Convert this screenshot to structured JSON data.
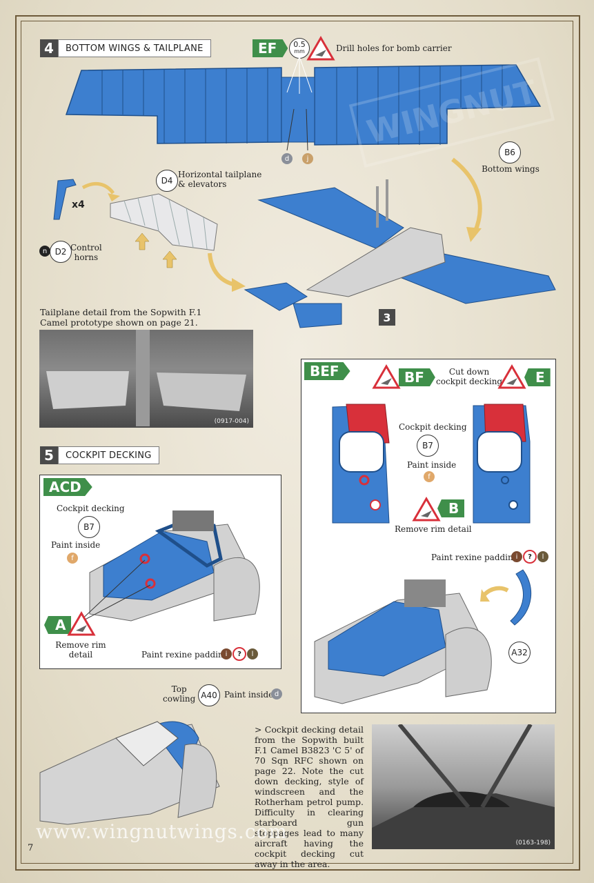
{
  "step4": {
    "number": "4",
    "title": "BOTTOM WINGS & TAILPLANE"
  },
  "step5": {
    "number": "5",
    "title": "COCKPIT DECKING"
  },
  "ef_tag": "EF",
  "drill": {
    "size": "0.5",
    "unit": "mm",
    "label": "Drill holes for bomb carrier"
  },
  "wings_paints": [
    "d",
    "j"
  ],
  "b6": {
    "part": "B6",
    "label": "Bottom wings"
  },
  "d4": {
    "part": "D4",
    "label": "Horizontal tailplane\n& elevators"
  },
  "d2": {
    "part": "D2",
    "label": "Control\nhorns",
    "qty": "x4",
    "paint": "n"
  },
  "fuselage_step": "3",
  "tail_caption": "Tailplane detail from the Sopwith F.1\nCamel prototype shown on page 21.",
  "tail_photo_code": "(0917-004)",
  "acd": {
    "tag": "ACD",
    "decking_label": "Cockpit decking",
    "part": "B7",
    "paint_inside": "Paint inside",
    "paint_inside_code": "f",
    "a_tag": "A",
    "remove_rim": "Remove rim\ndetail",
    "rexine": "Paint rexine padding",
    "rexine_codes": [
      "i",
      "?",
      "l"
    ]
  },
  "bef": {
    "tag": "BEF",
    "bf_tag": "BF",
    "e_tag": "E",
    "cut_down": "Cut down\ncockpit decking",
    "decking_label": "Cockpit decking",
    "part": "B7",
    "paint_inside": "Paint inside",
    "paint_inside_code": "f",
    "b_tag": "B",
    "remove_rim": "Remove rim detail",
    "rexine": "Paint rexine padding",
    "rexine_codes": [
      "i",
      "?",
      "l"
    ],
    "a32": "A32"
  },
  "top_cowling": {
    "label": "Top\ncowling",
    "part": "A40",
    "paint_inside": "Paint inside",
    "code": "d"
  },
  "cockpit_caption": "> Cockpit decking detail from the Sopwith built F.1 Camel B3823 'C 5' of 70 Sqn RFC shown on page 22. Note the cut down decking, style of windscreen and the Rotherham petrol pump. Difficulty in clearing starboard gun stoppages lead to many aircraft having the cockpit decking cut away in the area.",
  "cockpit_photo_code": "(0163-198)",
  "watermark": "www.wingnutwings.com",
  "page_number": "7",
  "colors": {
    "blue": "#3d7fcf",
    "green": "#3f8f4a",
    "red": "#d8303a",
    "grey": "#c9c9c9"
  }
}
